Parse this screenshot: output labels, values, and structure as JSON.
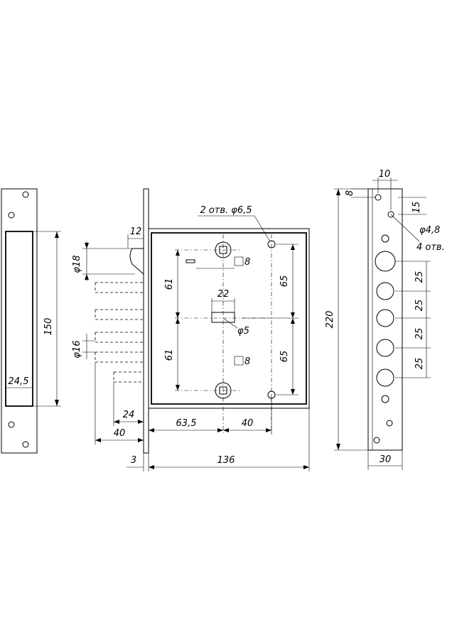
{
  "dimensions": {
    "strike_height": "150",
    "strike_slot_width": "24,5",
    "lock_d18": "φ18",
    "lock_d16": "φ16",
    "lock_12": "12",
    "lock_24": "24",
    "lock_40_left": "40",
    "lock_61_top": "61",
    "lock_61_bottom": "61",
    "lock_22": "22",
    "lock_sq8_top": "8",
    "lock_sq8_bottom": "8",
    "lock_d5": "φ5",
    "lock_holes": "2 отв. φ6,5",
    "lock_65_top": "65",
    "lock_65_bottom": "65",
    "lock_63_5": "63,5",
    "lock_40_right": "40",
    "lock_3": "3",
    "lock_136": "136",
    "front_10": "10",
    "front_8": "8",
    "front_15": "15",
    "front_d4_8": "φ4,8",
    "front_4holes": "4 отв.",
    "front_220": "220",
    "front_25_a": "25",
    "front_25_b": "25",
    "front_25_c": "25",
    "front_25_d": "25",
    "front_30": "30"
  }
}
